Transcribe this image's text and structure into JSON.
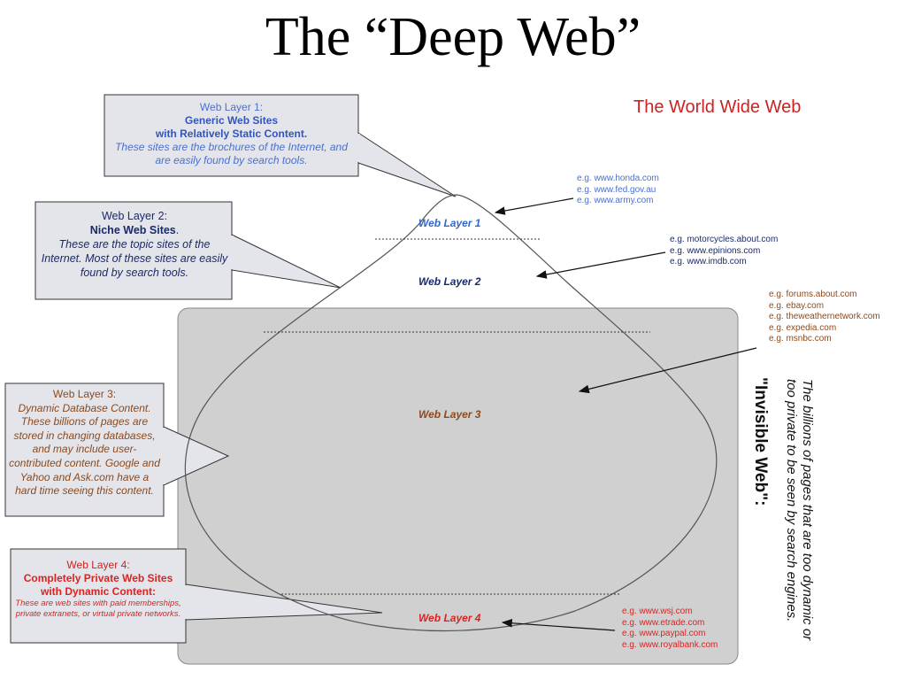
{
  "title": "The “Deep Web”",
  "www_title": "The World Wide Web",
  "invisible_web": {
    "heading": "\"Invisible Web\":",
    "description": "The billions of pages that are too dynamic or too private to be seen by search engines."
  },
  "layers": [
    {
      "label": "Web Layer 1",
      "color": "#3366cc"
    },
    {
      "label": "Web Layer 2",
      "color": "#1a2a6c"
    },
    {
      "label": "Web Layer 3",
      "color": "#8b4a1e"
    },
    {
      "label": "Web Layer 4",
      "color": "#dd2222"
    }
  ],
  "callouts": {
    "layer1": {
      "line1": "Web Layer 1:",
      "line2": "Generic Web Sites",
      "line3": "with Relatively Static Content.",
      "desc": "These sites are the brochures of the Internet, and are easily found by search tools."
    },
    "layer2": {
      "line1": "Web Layer 2:",
      "line2": "Niche Web Sites",
      "line2_suffix": ".",
      "desc": "These are the topic sites of the Internet. Most of these sites are easily found by search tools."
    },
    "layer3": {
      "line1": "Web Layer 3:",
      "desc": "Dynamic Database Content. These billions of pages are stored in changing databases, and may include user-contributed content. Google and Yahoo and Ask.com have a hard time seeing this content."
    },
    "layer4": {
      "line1": "Web Layer 4:",
      "line2": "Completely Private Web Sites",
      "line3": "with Dynamic Content:",
      "desc": "These are web sites with paid memberships, private extranets, or virtual private networks."
    }
  },
  "examples": {
    "layer1": [
      "e.g. www.honda.com",
      "e.g. www.fed.gov.au",
      "e.g. www.army.com"
    ],
    "layer2": [
      "e.g. motorcycles.about.com",
      "e.g. www.epinions.com",
      "e.g. www.imdb.com"
    ],
    "layer3": [
      "e.g. forums.about.com",
      "e.g. ebay.com",
      "e.g. theweathernetwork.com",
      "e.g. expedia.com",
      "e.g. msnbc.com"
    ],
    "layer4": [
      "e.g. www.wsj.com",
      "e.g. www.etrade.com",
      "e.g. www.paypal.com",
      "e.g. www.royalbank.com"
    ]
  },
  "colors": {
    "layer1_text": "#4a6fd0",
    "layer2_text": "#1a2a6c",
    "layer3_text": "#8b4a1e",
    "layer4_text": "#dd2222",
    "callout_fill": "#e3e5ea",
    "invisible_box": "#d0d0d0"
  }
}
